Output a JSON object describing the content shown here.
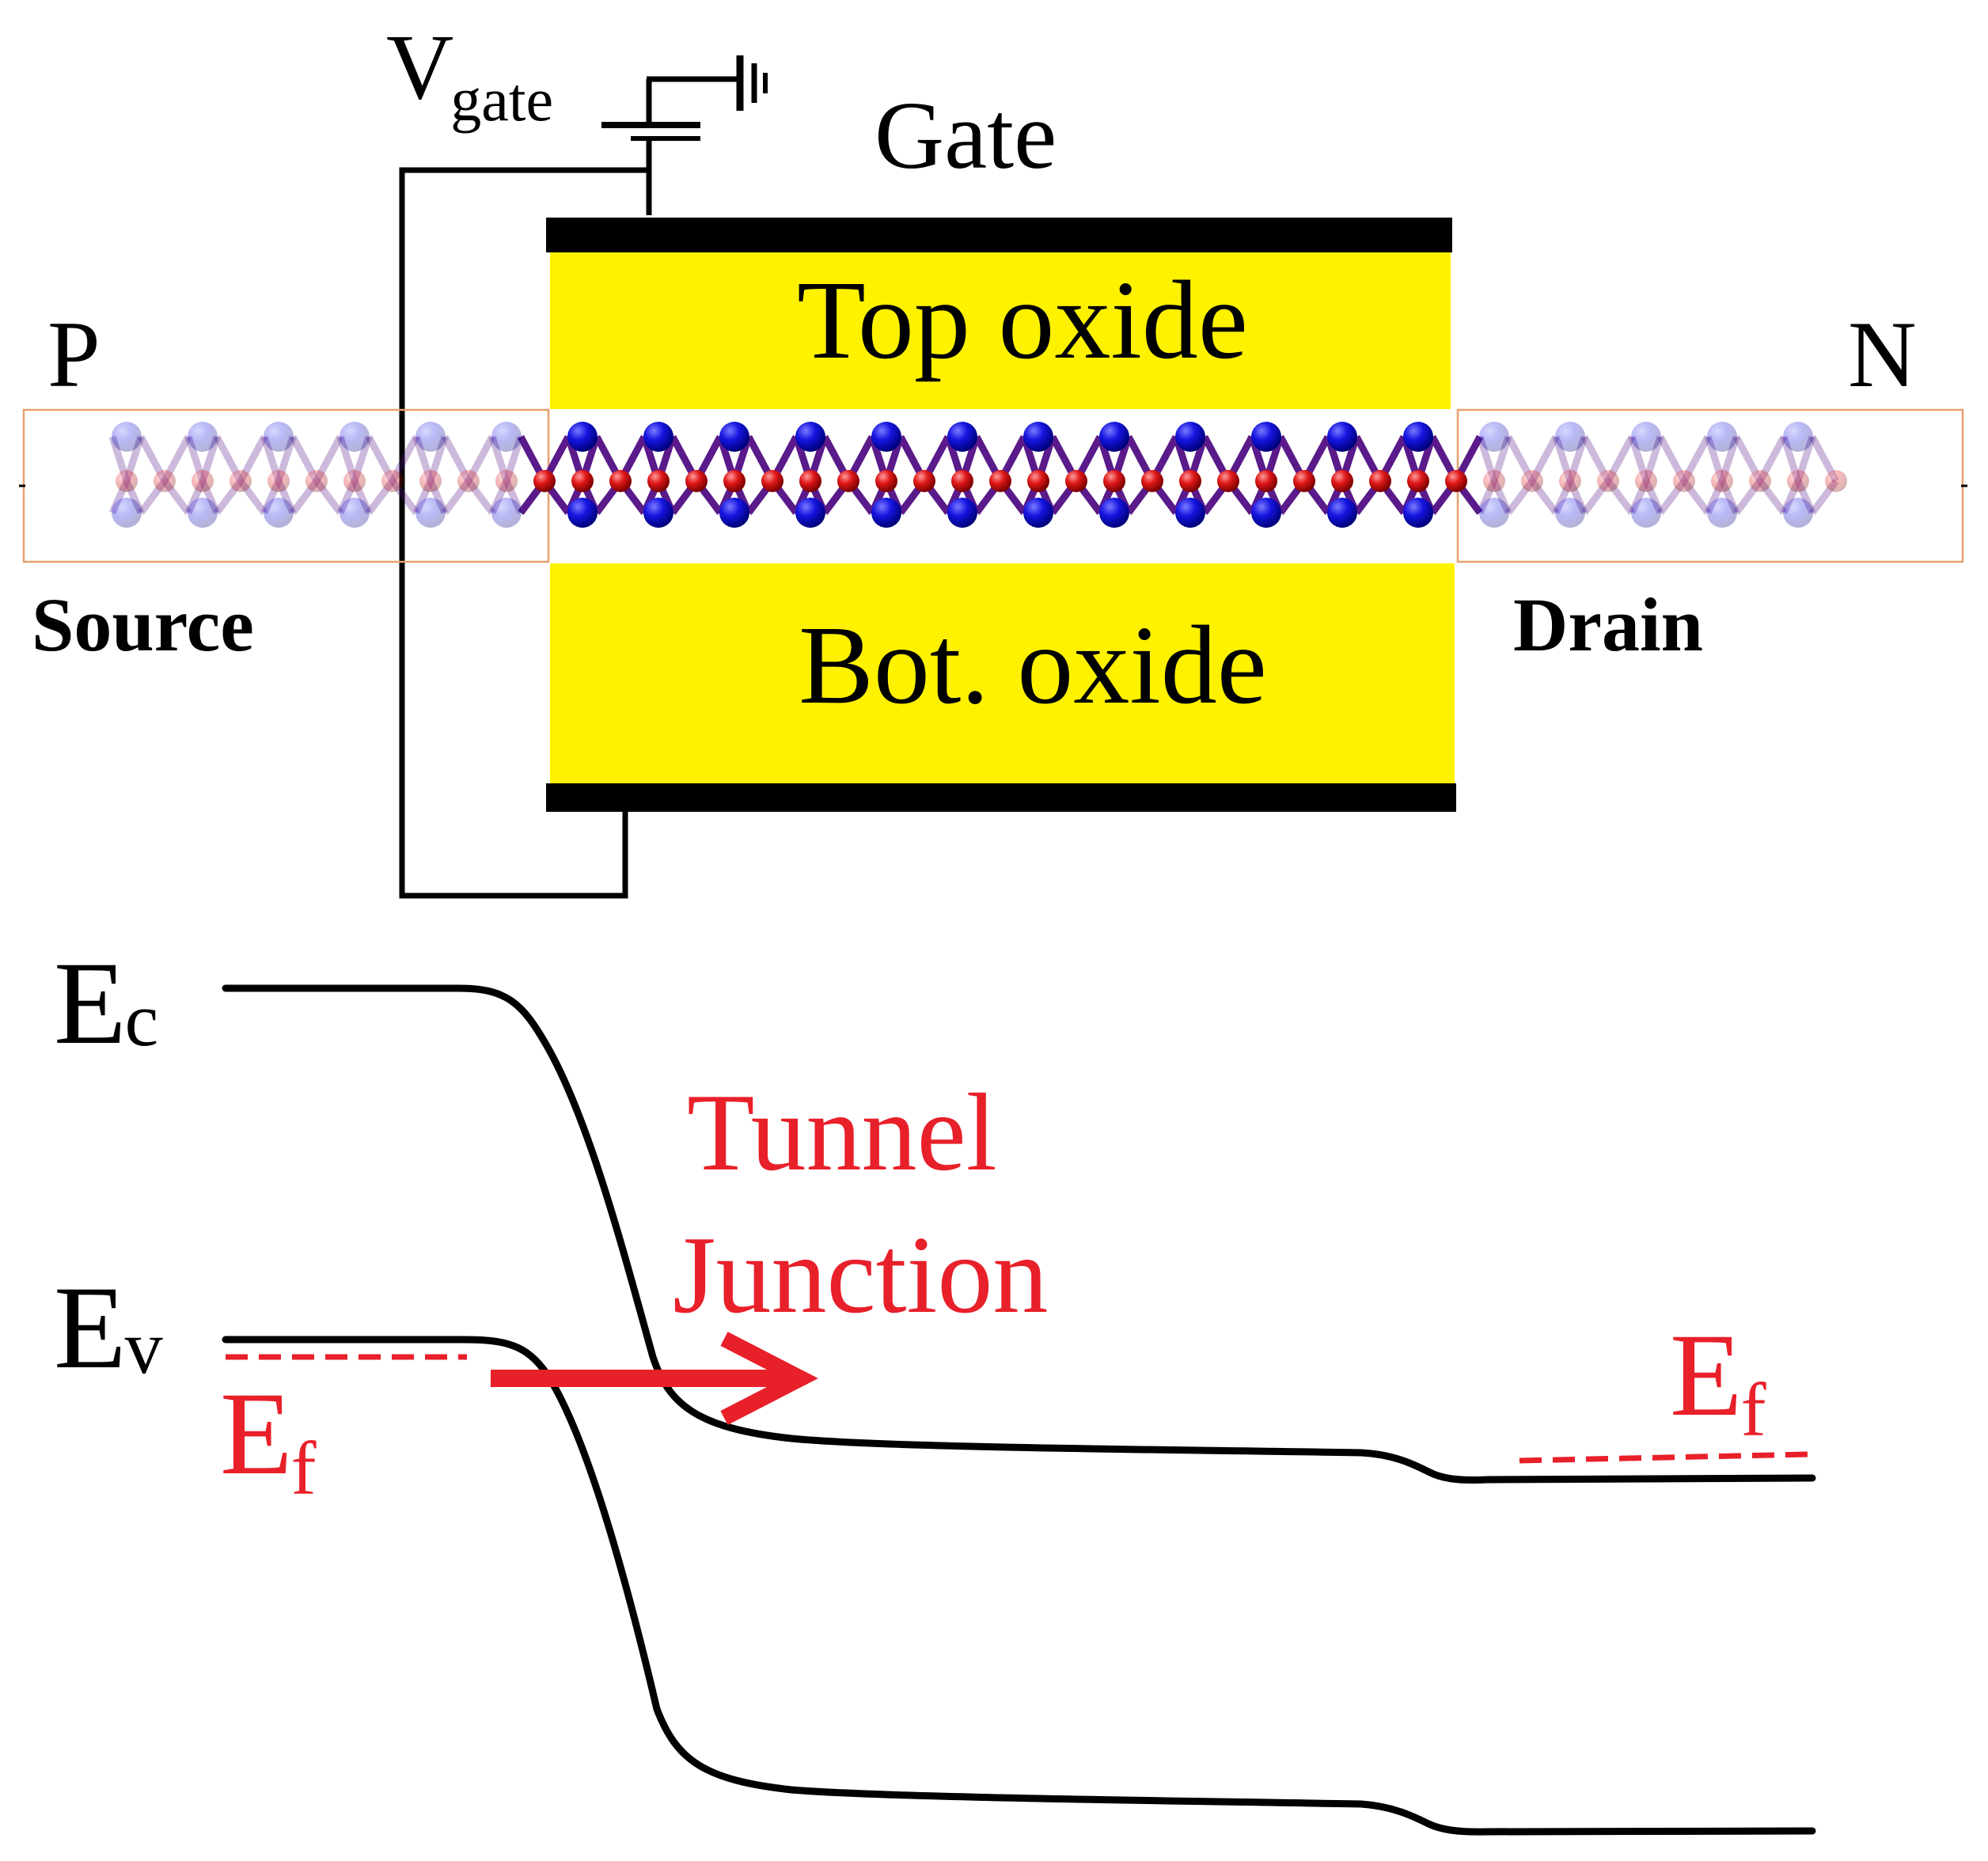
{
  "labels": {
    "v_gate_main": "V",
    "v_gate_sub": "gate",
    "gate": "Gate",
    "top_oxide": "Top oxide",
    "bot_oxide": "Bot. oxide",
    "p_label": "P",
    "n_label": "N",
    "source": "Source",
    "drain": "Drain",
    "ec_main": "E",
    "ec_sub": "c",
    "ev_main": "E",
    "ev_sub": "v",
    "ef_left_main": "E",
    "ef_left_sub": "f",
    "ef_right_main": "E",
    "ef_right_sub": "f",
    "tunnel_line1": "Tunnel",
    "tunnel_line2": "Junction"
  },
  "colors": {
    "oxide_fill": "#fff200",
    "electrode": "#000000",
    "atom_blue": "#0a0ad2",
    "atom_red": "#d21414",
    "annotation_red": "#e8202a",
    "contact_box": "#e8a070",
    "band_line": "#000000"
  }
}
